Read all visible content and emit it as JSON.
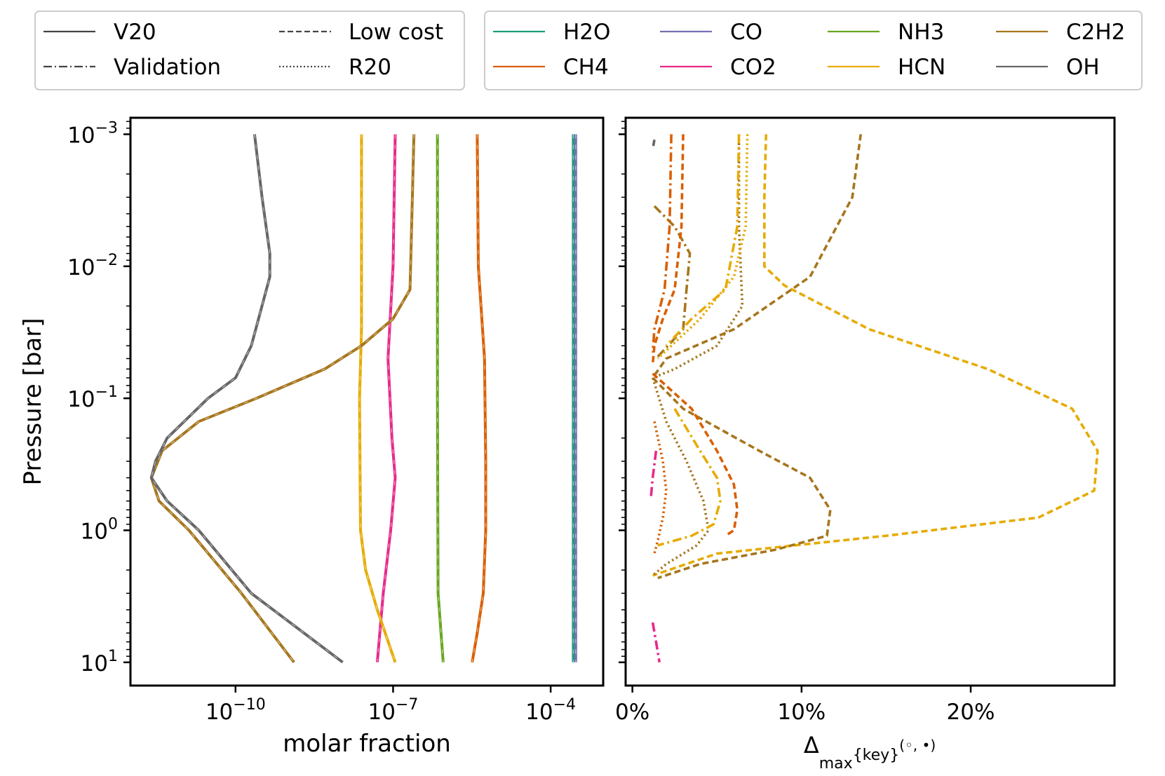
{
  "legends": {
    "styles": [
      {
        "label": "V20",
        "dash": "solid"
      },
      {
        "label": "Low cost",
        "dash": "dashed"
      },
      {
        "label": "Validation",
        "dash": "dashdot"
      },
      {
        "label": "R20",
        "dash": "dotted"
      }
    ],
    "species": [
      {
        "label": "H2O",
        "color": "#1b9e77"
      },
      {
        "label": "CO",
        "color": "#7570b3"
      },
      {
        "label": "NH3",
        "color": "#66a61e"
      },
      {
        "label": "C2H2",
        "color": "#a6761d"
      },
      {
        "label": "CH4",
        "color": "#d95f02"
      },
      {
        "label": "CO2",
        "color": "#e7298a"
      },
      {
        "label": "HCN",
        "color": "#e6ab02"
      },
      {
        "label": "OH",
        "color": "#666666"
      }
    ]
  },
  "chart_data": [
    {
      "type": "line",
      "xlabel": "molar fraction",
      "ylabel": "Pressure [bar]",
      "xscale": "log",
      "yscale": "log",
      "yinverted": true,
      "xlim": [
        1e-12,
        0.001
      ],
      "ylim": [
        15,
        0.00075
      ],
      "xticks": [
        {
          "value": 1e-10,
          "base": "10",
          "exp": "−10"
        },
        {
          "value": 1e-07,
          "base": "10",
          "exp": "−7"
        },
        {
          "value": 0.0001,
          "base": "10",
          "exp": "−4"
        }
      ],
      "yticks": [
        {
          "value": 0.001,
          "base": "10",
          "exp": "−3"
        },
        {
          "value": 0.01,
          "base": "10",
          "exp": "−2"
        },
        {
          "value": 0.1,
          "base": "10",
          "exp": "−1"
        },
        {
          "value": 1,
          "base": "10",
          "exp": "0"
        },
        {
          "value": 10,
          "base": "10",
          "exp": "1"
        }
      ],
      "series": [
        {
          "name": "H2O",
          "color": "#1b9e77",
          "points": [
            [
              0.00027,
              0.001
            ],
            [
              0.00027,
              0.1
            ],
            [
              0.00027,
              10
            ]
          ]
        },
        {
          "name": "CO",
          "color": "#7570b3",
          "points": [
            [
              0.0003,
              0.001
            ],
            [
              0.0003,
              0.1
            ],
            [
              0.0003,
              10
            ]
          ]
        },
        {
          "name": "CH4",
          "color": "#d95f02",
          "points": [
            [
              4e-06,
              0.001
            ],
            [
              4.2e-06,
              0.01
            ],
            [
              5.5e-06,
              0.05
            ],
            [
              5.8e-06,
              0.3
            ],
            [
              5.8e-06,
              1
            ],
            [
              5.2e-06,
              3
            ],
            [
              4e-06,
              6
            ],
            [
              3.2e-06,
              10
            ]
          ]
        },
        {
          "name": "NH3",
          "color": "#66a61e",
          "points": [
            [
              7e-07,
              0.001
            ],
            [
              7e-07,
              0.1
            ],
            [
              7.2e-07,
              3
            ],
            [
              9e-07,
              10
            ]
          ]
        },
        {
          "name": "CO2",
          "color": "#e7298a",
          "points": [
            [
              1.1e-07,
              0.001
            ],
            [
              1e-07,
              0.01
            ],
            [
              8e-08,
              0.05
            ],
            [
              9.5e-08,
              0.2
            ],
            [
              1.1e-07,
              0.4
            ],
            [
              9e-08,
              1
            ],
            [
              6.5e-08,
              3
            ],
            [
              5e-08,
              10
            ]
          ]
        },
        {
          "name": "HCN",
          "color": "#e6ab02",
          "points": [
            [
              2.5e-08,
              0.001
            ],
            [
              2.5e-08,
              0.03
            ],
            [
              2.3e-08,
              0.1
            ],
            [
              2.4e-08,
              1
            ],
            [
              3e-08,
              2
            ],
            [
              5e-08,
              4
            ],
            [
              1.1e-07,
              10
            ]
          ]
        },
        {
          "name": "C2H2",
          "color": "#a6761d",
          "points": [
            [
              2.5e-07,
              0.001
            ],
            [
              2.1e-07,
              0.015
            ],
            [
              1e-07,
              0.025
            ],
            [
              2.5e-08,
              0.04
            ],
            [
              5e-09,
              0.06
            ],
            [
              2.5e-10,
              0.1
            ],
            [
              2e-11,
              0.15
            ],
            [
              4e-12,
              0.25
            ],
            [
              2.5e-12,
              0.4
            ],
            [
              3.5e-12,
              0.6
            ],
            [
              1.3e-11,
              1
            ],
            [
              1.3e-10,
              3
            ],
            [
              1.3e-09,
              10
            ]
          ]
        },
        {
          "name": "OH",
          "color": "#666666",
          "points": [
            [
              2.3e-10,
              0.001
            ],
            [
              3.2e-10,
              0.003
            ],
            [
              4.5e-10,
              0.008
            ],
            [
              4.5e-10,
              0.012
            ],
            [
              2e-10,
              0.04
            ],
            [
              1e-10,
              0.07
            ],
            [
              3e-11,
              0.1
            ],
            [
              5e-12,
              0.2
            ],
            [
              3e-12,
              0.3
            ],
            [
              2.5e-12,
              0.4
            ],
            [
              5e-12,
              0.6
            ],
            [
              2e-11,
              1
            ],
            [
              2e-10,
              3
            ],
            [
              1.1e-08,
              10
            ]
          ]
        }
      ]
    },
    {
      "type": "line",
      "xlabel": "Δ_max{key}^(◦, •)",
      "xlabel_parts": {
        "main": "Δ",
        "sub": "max",
        "mid": "{key}",
        "sup": "(◦, •)"
      },
      "ylabel": "",
      "yscale": "log",
      "yinverted": true,
      "xlim": [
        -0.4,
        28.5
      ],
      "ylim": [
        15,
        0.00075
      ],
      "xticks": [
        {
          "value": 0,
          "label": "0%"
        },
        {
          "value": 10,
          "label": "10%"
        },
        {
          "value": 20,
          "label": "20%"
        }
      ],
      "series": [
        {
          "name": "OH",
          "color": "#666666",
          "dash": "dashed",
          "points": [
            [
              1.3,
              0.0011
            ],
            [
              1.2,
              0.0013
            ]
          ]
        },
        {
          "name": "HCN",
          "color": "#e6ab02",
          "dash": "dashed",
          "points": [
            [
              7.9,
              0.001
            ],
            [
              7.8,
              0.003
            ],
            [
              7.8,
              0.01
            ],
            [
              9,
              0.014
            ],
            [
              14,
              0.03
            ],
            [
              21,
              0.06
            ],
            [
              26,
              0.12
            ],
            [
              27.5,
              0.25
            ],
            [
              27.3,
              0.5
            ],
            [
              24,
              0.8
            ],
            [
              15,
              1.1
            ],
            [
              5,
              1.5
            ],
            [
              1.2,
              2.2
            ]
          ]
        },
        {
          "name": "C2H2",
          "color": "#a6761d",
          "dash": "dashed",
          "points": [
            [
              13.5,
              0.001
            ],
            [
              13,
              0.003
            ],
            [
              10.5,
              0.012
            ],
            [
              6,
              0.03
            ],
            [
              2,
              0.05
            ],
            [
              1.2,
              0.07
            ],
            [
              3,
              0.12
            ],
            [
              7.5,
              0.25
            ],
            [
              10.5,
              0.4
            ],
            [
              11.7,
              0.7
            ],
            [
              11.5,
              1.1
            ],
            [
              8.5,
              1.4
            ],
            [
              4,
              1.8
            ],
            [
              1.5,
              2.3
            ]
          ]
        },
        {
          "name": "C2H2",
          "color": "#a6761d",
          "dash": "dashdot",
          "points": [
            [
              1.3,
              0.0035
            ],
            [
              2.5,
              0.005
            ],
            [
              3.4,
              0.008
            ],
            [
              3.2,
              0.015
            ],
            [
              3,
              0.03
            ],
            [
              1.4,
              0.05
            ]
          ]
        },
        {
          "name": "C2H2",
          "color": "#a6761d",
          "dash": "dotted",
          "points": [
            [
              6.3,
              0.001
            ],
            [
              6.3,
              0.005
            ],
            [
              6.5,
              0.02
            ],
            [
              5,
              0.04
            ],
            [
              2.5,
              0.06
            ],
            [
              1.2,
              0.07
            ]
          ]
        },
        {
          "name": "C2H2",
          "color": "#a6761d",
          "dash": "dotted",
          "points": [
            [
              1.2,
              0.07
            ],
            [
              2,
              0.15
            ],
            [
              3.2,
              0.3
            ],
            [
              4.2,
              0.6
            ],
            [
              4.5,
              1
            ],
            [
              3.8,
              1.3
            ],
            [
              2,
              1.8
            ],
            [
              1.2,
              2.2
            ]
          ]
        },
        {
          "name": "HCN",
          "color": "#e6ab02",
          "dash": "dashdot",
          "points": [
            [
              6.3,
              0.001
            ],
            [
              6.2,
              0.005
            ],
            [
              5.5,
              0.015
            ],
            [
              3.5,
              0.025
            ],
            [
              2,
              0.04
            ]
          ]
        },
        {
          "name": "HCN",
          "color": "#e6ab02",
          "dash": "dashdot",
          "points": [
            [
              2.5,
              0.12
            ],
            [
              4,
              0.25
            ],
            [
              5,
              0.4
            ],
            [
              5.2,
              0.6
            ],
            [
              4.8,
              0.9
            ],
            [
              3.5,
              1.1
            ],
            [
              1.5,
              1.3
            ]
          ]
        },
        {
          "name": "HCN",
          "color": "#e6ab02",
          "dash": "dotted",
          "points": [
            [
              6.8,
              0.001
            ],
            [
              6.7,
              0.005
            ],
            [
              6,
              0.012
            ],
            [
              4,
              0.025
            ],
            [
              1.5,
              0.05
            ]
          ]
        },
        {
          "name": "CH4",
          "color": "#d95f02",
          "dash": "dashed",
          "points": [
            [
              3,
              0.001
            ],
            [
              2.9,
              0.005
            ],
            [
              2.5,
              0.015
            ],
            [
              1.8,
              0.025
            ],
            [
              1.3,
              0.04
            ],
            [
              1.2,
              0.055
            ]
          ]
        },
        {
          "name": "CH4",
          "color": "#d95f02",
          "dash": "dashdot",
          "points": [
            [
              2.3,
              0.001
            ],
            [
              2.2,
              0.005
            ],
            [
              1.9,
              0.015
            ],
            [
              1.3,
              0.03
            ],
            [
              1.2,
              0.045
            ]
          ]
        },
        {
          "name": "CH4",
          "color": "#d95f02",
          "dash": "dashed",
          "points": [
            [
              1.2,
              0.065
            ],
            [
              3.5,
              0.12
            ],
            [
              5,
              0.25
            ],
            [
              6,
              0.45
            ],
            [
              6.2,
              0.7
            ],
            [
              6,
              1
            ],
            [
              5.5,
              1.1
            ]
          ]
        },
        {
          "name": "CH4",
          "color": "#d95f02",
          "dash": "dotted",
          "points": [
            [
              1.3,
              0.15
            ],
            [
              1.8,
              0.3
            ],
            [
              2,
              0.5
            ],
            [
              1.8,
              0.8
            ],
            [
              1.5,
              1.2
            ],
            [
              1.3,
              1.5
            ]
          ]
        },
        {
          "name": "CO2",
          "color": "#e7298a",
          "dash": "dashdot",
          "points": [
            [
              1.4,
              0.25
            ],
            [
              1.2,
              0.4
            ],
            [
              1.1,
              0.55
            ]
          ]
        },
        {
          "name": "CO2",
          "color": "#e7298a",
          "dash": "dashdot",
          "points": [
            [
              1.2,
              5
            ],
            [
              1.4,
              7
            ],
            [
              1.6,
              10
            ]
          ]
        }
      ]
    }
  ]
}
